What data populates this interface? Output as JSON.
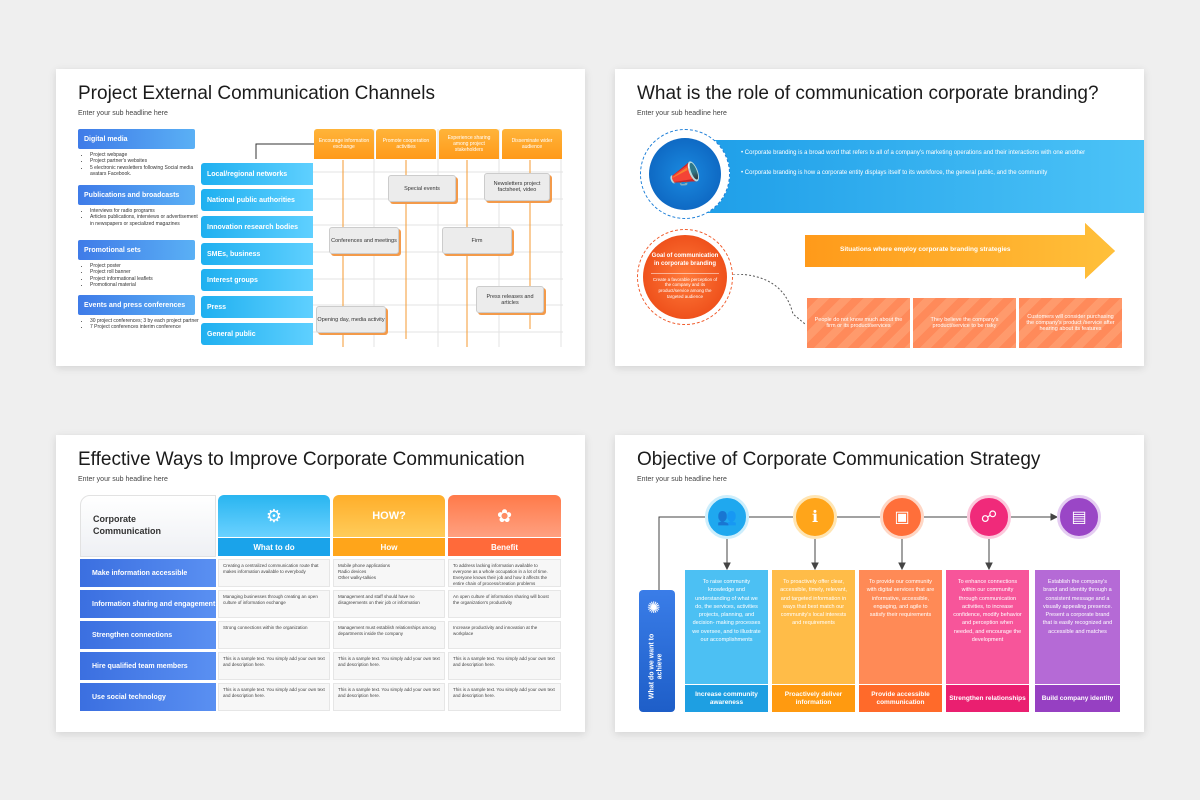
{
  "slide1": {
    "title": "Project External Communication Channels",
    "subtitle": "Enter your sub headline here",
    "categories": [
      {
        "label": "Digital media",
        "items": [
          "Project webpage",
          "Project partner's websites",
          "5 electronic newsletters following Social media avatars Facebook."
        ]
      },
      {
        "label": "Publications and broadcasts",
        "items": [
          "Interviews for radio programs",
          "Articles publications, interviews or advertisement in newspapers or specialized magazines"
        ]
      },
      {
        "label": "Promotional sets",
        "items": [
          "Project poster",
          "Project roll banner",
          "Project informational leaflets",
          "Promotional material"
        ]
      },
      {
        "label": "Events and press conferences",
        "items": [
          "30 project conferences; 3 by each project partner",
          "7 Project conferences interim conference"
        ]
      }
    ],
    "channels": [
      "Local/regional networks",
      "National public authorities",
      "Innovation research bodies",
      "SMEs, business",
      "Interest groups",
      "Press",
      "General public"
    ],
    "objectives": [
      "Encourage information exchange",
      "Promote cooperation activities",
      "Experience sharing among project stakeholders",
      "Disseminate wider audience"
    ],
    "boxes": [
      "Special events",
      "Newsletters project factsheet, video",
      "Conferences and meetings",
      "Firm",
      "Press releases and articles",
      "Opening day, media activity"
    ]
  },
  "slide2": {
    "title": "What is the role of communication corporate branding?",
    "subtitle": "Enter your sub headline here",
    "bullets": [
      "Corporate branding is a broad word that refers to all of a company's marketing operations and their interactions with one another",
      "Corporate branding is how a corporate entity displays itself to its workforce, the general public, and the community"
    ],
    "goal_title": "Goal of communication in corporate branding",
    "goal_text": "Create a favorable perception of the company and its product/service among the targeted audience",
    "arrow_text": "Situations where employ corporate branding strategies",
    "situations": [
      "People do not know much about the firm or its product/services",
      "They believe the company's product/service to be risky",
      "Customers will consider purchasing the company's product /service after hearing about its features"
    ]
  },
  "slide3": {
    "title": "Effective Ways to Improve Corporate Communication",
    "subtitle": "Enter your sub headline here",
    "corner": "Corporate Communication",
    "headers": [
      "What to do",
      "How",
      "Benefit"
    ],
    "rows": [
      {
        "label": "Make information accessible",
        "c": [
          "Creating a centralized communication route that makes information available to everybody",
          "Mobile phone applications\nRadio devices\nOther walky-talkies",
          "To address lacking information available to everyone as a whole occupation in a lot of time. Everyone knows their job and how it affects the entire chain of process/creation problems"
        ]
      },
      {
        "label": "Information sharing and engagement",
        "c": [
          "Managing businesses through creating an open culture of information exchange",
          "Management and staff should have no disagreements on their job or information",
          "An open culture of information sharing will boost the organization's productivity"
        ]
      },
      {
        "label": "Strengthen connections",
        "c": [
          "Strong connections within the organization",
          "Management must establish relationships among departments inside the company",
          "Increase productivity and innovation at the workplace"
        ]
      },
      {
        "label": "Hire qualified team members",
        "c": [
          "This is a sample text. You simply add your own text and description here.",
          "This is a sample text. You simply add your own text and description here.",
          "This is a sample text. You simply add your own text and description here."
        ]
      },
      {
        "label": "Use social technology",
        "c": [
          "This is a sample text. You simply add your own text and description here.",
          "This is a sample text. You simply add your own text and description here.",
          "This is a sample text. You simply add your own text and description here."
        ]
      }
    ]
  },
  "slide4": {
    "title": "Objective of Corporate Communication Strategy",
    "subtitle": "Enter your sub headline here",
    "side_label": "What do we want to achieve",
    "columns": [
      {
        "text": "To raise community knowledge and understanding of what we do, the services, activities projects, planning, and decision- making processes we oversee, and to illustrate our accomplishments",
        "foot": "Increase community awareness",
        "color": "#29b5f0"
      },
      {
        "text": "To proactively offer clear, accessible, timely, relevant, and targeted information in ways that best match our community's local interests and requirements",
        "foot": "Proactively deliver information",
        "color": "#ffab22"
      },
      {
        "text": "To provide our community with digital services that are informative, accessible, engaging, and agile to satisfy their requirements",
        "foot": "Provide accessible communication",
        "color": "#ff7a3a"
      },
      {
        "text": "To enhance connections within our community through communication activities, to increase confidence, modify behavior and perception when needed, and encourage the development",
        "foot": "Strengthen relationships",
        "color": "#f2347e"
      },
      {
        "text": "Establish the company's brand and identity through a consistent message and a visually appealing presence. Present a corporate brand that is easily recognized and accessible and matches",
        "foot": "Build company identity",
        "color": "#a050c8"
      }
    ]
  }
}
